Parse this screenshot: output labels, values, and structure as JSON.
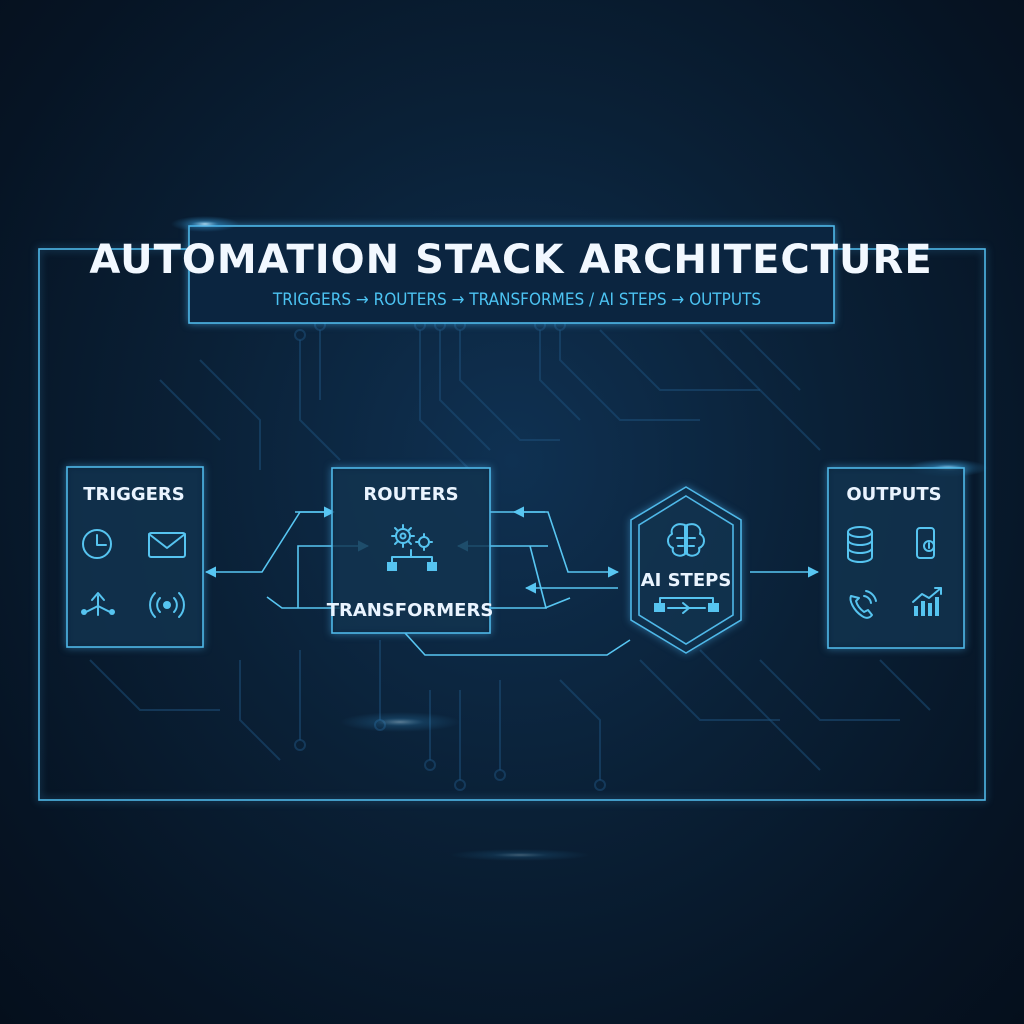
{
  "header": {
    "title": "AUTOMATION STACK ARCHITECTURE",
    "subtitle": "TRIGGERS → ROUTERS → TRANSFORMES / AI STEPS → OUTPUTS"
  },
  "nodes": {
    "triggers": {
      "label": "TRIGGERS",
      "icons": [
        "clock-icon",
        "mail-icon",
        "split-arrows-icon",
        "signal-broadcast-icon"
      ]
    },
    "routers": {
      "label": "ROUTERS",
      "icons": [
        "gears-icon",
        "routing-tree-icon"
      ]
    },
    "transformers": {
      "label": "TRANSFORMERS"
    },
    "ai_steps": {
      "label": "AI STEPS",
      "icons": [
        "brain-icon",
        "pipeline-icon"
      ]
    },
    "outputs": {
      "label": "OUTPUTS",
      "icons": [
        "database-icon",
        "mobile-phone-icon",
        "phone-call-icon",
        "growth-chart-icon"
      ]
    }
  },
  "colors": {
    "accent": "#4fb8e8",
    "icon": "#56c4f0",
    "background": "#0a2036",
    "title": "#f2f8ff"
  }
}
